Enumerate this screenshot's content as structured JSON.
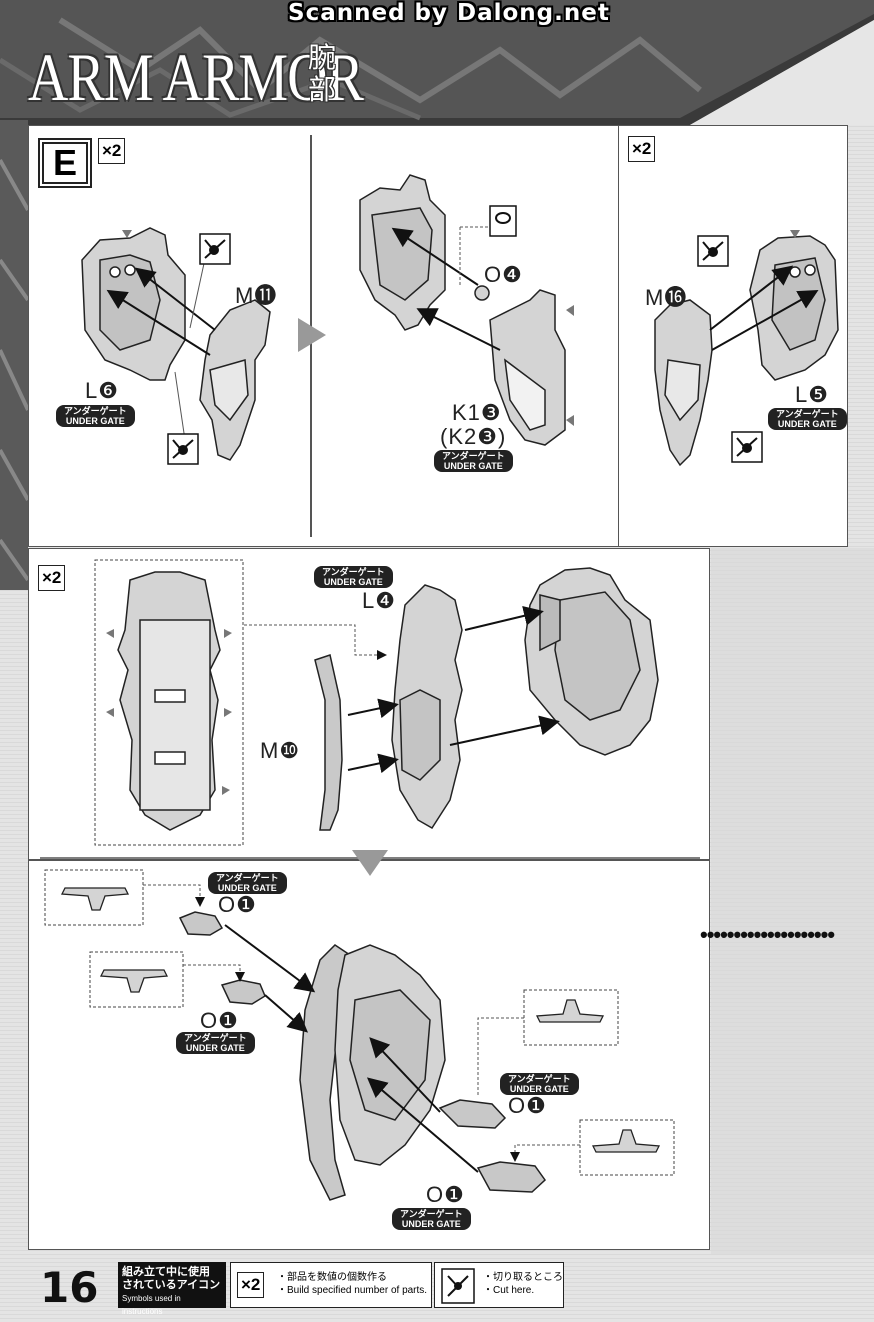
{
  "header": {
    "scan_credit": "Scanned by Dalong.net",
    "title": "ARM ARMOR",
    "title_jp": "腕部"
  },
  "step": {
    "badge": "E"
  },
  "panels": {
    "top_left": {
      "multiplier": "×2",
      "part_main": "M⓫",
      "part_base": "L❻",
      "gate_jp": "アンダーゲート",
      "gate_en": "UNDER GATE"
    },
    "top_middle": {
      "part_small": "O❹",
      "part_main": "K1❸",
      "part_alt": "(K2❸)",
      "gate_jp": "アンダーゲート",
      "gate_en": "UNDER GATE"
    },
    "top_right": {
      "multiplier": "×2",
      "part_main": "M⓰",
      "part_base": "L❺",
      "gate_jp": "アンダーゲート",
      "gate_en": "UNDER GATE"
    },
    "middle": {
      "multiplier": "×2",
      "part_shield": "L❹",
      "part_plate": "M❿",
      "gate_jp": "アンダーゲート",
      "gate_en": "UNDER GATE"
    },
    "bottom": {
      "part_1": "O❶",
      "part_2": "O❶",
      "part_3": "O❶",
      "part_4": "O❶",
      "gate_jp": "アンダーゲート",
      "gate_en": "UNDER GATE"
    }
  },
  "footer": {
    "page_number": "16",
    "legend_title_line1": "組み立て中に使用",
    "legend_title_line2": "されているアイコン",
    "legend_title_en": "Symbols used in instructions",
    "mult_icon": "×2",
    "mult_jp": "・部品を数値の個数作る",
    "mult_en": "・Build specified number of parts.",
    "cut_jp": "・切り取るところ",
    "cut_en": "・Cut here."
  },
  "colors": {
    "ink": "#222222",
    "panel": "#ffffff",
    "background": "#e6e6e6",
    "part_gray": "#d4d4d4"
  }
}
